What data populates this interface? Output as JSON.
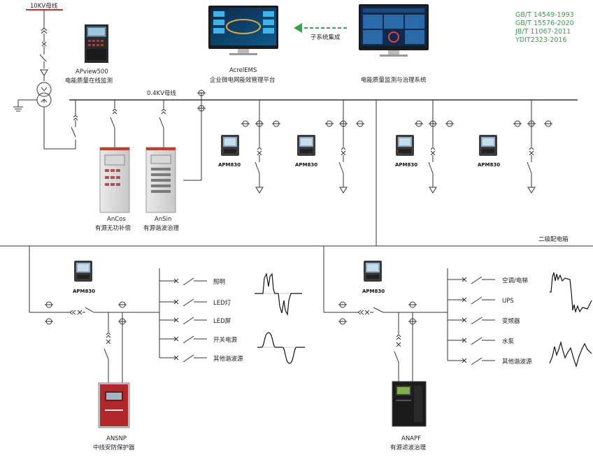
{
  "diagram": {
    "bus_10kv": "10KV母线",
    "bus_04kv": "0.4KV母线",
    "secondary_box": "二级配电箱",
    "apview": {
      "model": "APview500",
      "desc": "电能质量在线监测"
    },
    "ems": {
      "model": "AcrelEMS",
      "desc": "企业微电网能效管理平台"
    },
    "pq_system": {
      "desc": "电能质量监测与治理系统"
    },
    "integration": "子系统集成",
    "standards": [
      "GB/T 14549-1993",
      "GB/T 15576-2020",
      "JB/T 11067-2011",
      "YDIT2323-2016"
    ],
    "ancos": {
      "model": "AnCos",
      "desc": "有源无功补偿"
    },
    "ansin": {
      "model": "AnSin",
      "desc": "有源谐波治理"
    },
    "apm": "APM830",
    "ansnp": {
      "model": "ANSNP",
      "desc": "中线安防保护器"
    },
    "anapf": {
      "model": "ANAPF",
      "desc": "有源滤波治理"
    },
    "left_loads": [
      "照明",
      "LED灯",
      "LED屏",
      "开关电源",
      "其他谐波源"
    ],
    "right_loads": [
      "空调/电梯",
      "UPS",
      "变频器",
      "水泵",
      "其他谐波源"
    ]
  },
  "colors": {
    "line": "#333333",
    "bus_10kv": "#d9302c",
    "standard": "#2aa84a",
    "arrow": "#2aa84a",
    "ansnp_red": "#b3262c"
  }
}
